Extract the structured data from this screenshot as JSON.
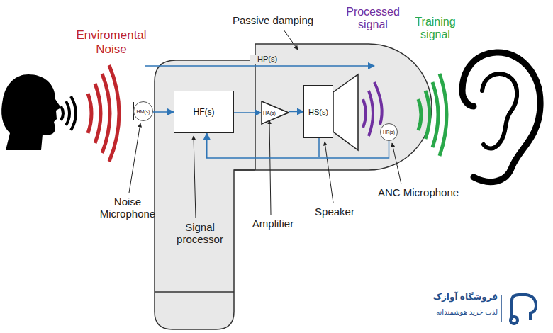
{
  "diagram": {
    "nodes": [
      {
        "text": [
          "HM(s)"
        ]
      },
      {
        "text": [
          "HF(s)"
        ]
      },
      {
        "text": [
          "HA(s)"
        ]
      },
      {
        "text": [
          "HS(s)"
        ]
      },
      {
        "text": [
          "HR(s)"
        ]
      }
    ],
    "edges": [
      {
        "from": 0,
        "to": 1,
        "arrow": "to"
      },
      {
        "from": 1,
        "to": 2,
        "arrow": "to"
      },
      {
        "from": 2,
        "to": 3,
        "arrow": "to"
      },
      {
        "from": 4,
        "to": 1,
        "arrow": "to"
      }
    ],
    "labels": [
      "Enviromental Noise",
      "Passive damping",
      "HP(s)",
      "Processed signal",
      "Training signal",
      "Noise Microphone",
      "Signal processor",
      "Amplifier",
      "Speaker",
      "ANC Microphone",
      "فروشگاه آوازک",
      "لذت خرید هوشمندانه"
    ]
  }
}
